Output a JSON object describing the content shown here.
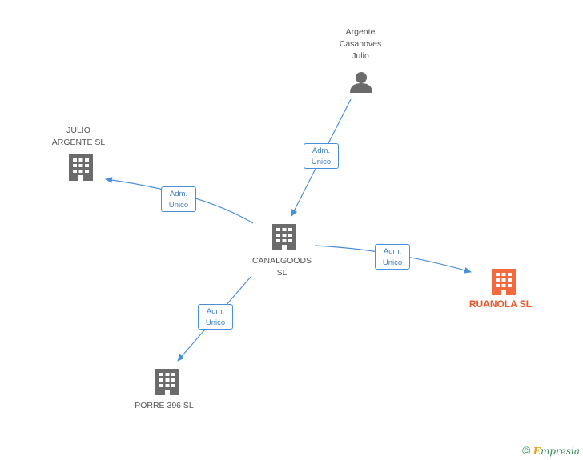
{
  "colors": {
    "node": "#6b6b6b",
    "highlight": "#f26a3d",
    "edge": "#4a90d9"
  },
  "nodes": {
    "argente": {
      "lines": [
        "Argente",
        "Casanoves",
        "Julio"
      ],
      "icon": "person-icon"
    },
    "julio": {
      "lines": [
        "JULIO",
        "ARGENTE SL"
      ],
      "icon": "building-icon"
    },
    "canalgoods": {
      "lines": [
        "CANALGOODS",
        "SL"
      ],
      "icon": "building-icon"
    },
    "ruanola": {
      "lines": [
        "RUANOLA SL"
      ],
      "icon": "building-icon"
    },
    "porre": {
      "lines": [
        "PORRE 396 SL"
      ],
      "icon": "building-icon"
    }
  },
  "edges": [
    {
      "from": "argente",
      "to": "canalgoods",
      "label": [
        "Adm.",
        "Unico"
      ]
    },
    {
      "from": "canalgoods",
      "to": "julio",
      "label": [
        "Adm.",
        "Unico"
      ]
    },
    {
      "from": "canalgoods",
      "to": "ruanola",
      "label": [
        "Adm.",
        "Unico"
      ]
    },
    {
      "from": "canalgoods",
      "to": "porre",
      "label": [
        "Adm.",
        "Unico"
      ]
    }
  ],
  "footer": {
    "copyright": "©",
    "brand_initial": "E",
    "brand_rest": "mpresia"
  }
}
